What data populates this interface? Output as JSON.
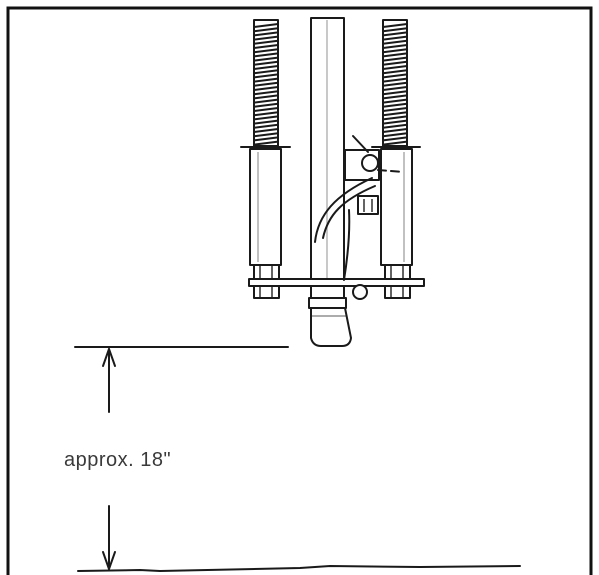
{
  "diagram": {
    "dimension_label": "approx. 18\"",
    "colors": {
      "ink": "#1a1a1a",
      "frame": "#111111",
      "background": "#ffffff"
    },
    "components": [
      "left-spring",
      "right-spring",
      "left-cylinder",
      "right-cylinder",
      "center-tube",
      "mounting-plate",
      "nozzle",
      "bracket",
      "hose",
      "dimension-arrow"
    ]
  }
}
